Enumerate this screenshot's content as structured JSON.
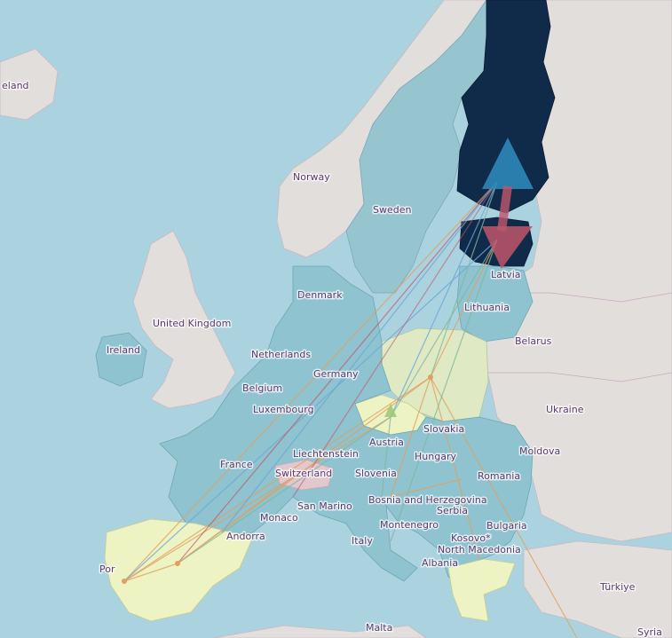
{
  "map": {
    "colors": {
      "sea": "#aad3df",
      "land": "#e2dedb",
      "eu_fill": "#8ec3cf",
      "nordic_fill": "#96c5cf",
      "highlight_dark": "#102a4a",
      "pale_yellow": "#eef3c4",
      "pale_green": "#dfe9c4",
      "flow_red": "#c0566a",
      "flow_blue": "#2c87b8",
      "flow_orange": "#e0a060",
      "flow_blue_thin": "#6aa8d8",
      "flow_green": "#7fb8a0"
    },
    "labels": {
      "ireland_edge": "eland",
      "norway": "Norway",
      "sweden": "Sweden",
      "denmark": "Denmark",
      "latvia": "Latvia",
      "lithuania": "Lithuania",
      "united_kingdom": "United Kingdom",
      "ireland": "Ireland",
      "netherlands": "Netherlands",
      "germany": "Germany",
      "belarus": "Belarus",
      "belgium": "Belgium",
      "luxembourg": "Luxembourg",
      "ukraine": "Ukraine",
      "slovakia": "Slovakia",
      "austria": "Austria",
      "moldova": "Moldova",
      "liechtenstein": "Liechtenstein",
      "france": "France",
      "hungary": "Hungary",
      "switzerland": "Switzerland",
      "slovenia": "Slovenia",
      "romania": "Romania",
      "bosnia": "Bosnia and Herzegovina",
      "san_marino": "San Marino",
      "serbia": "Serbia",
      "monaco": "Monaco",
      "bulgaria": "Bulgaria",
      "montenegro": "Montenegro",
      "andorra": "Andorra",
      "kosovo": "Kosovo*",
      "italy": "Italy",
      "north_macedonia": "North Macedonia",
      "portugal_edge": "Por",
      "albania": "Albania",
      "turkiye": "Türkiye",
      "malta": "Malta",
      "syria_edge": "Syria"
    }
  }
}
